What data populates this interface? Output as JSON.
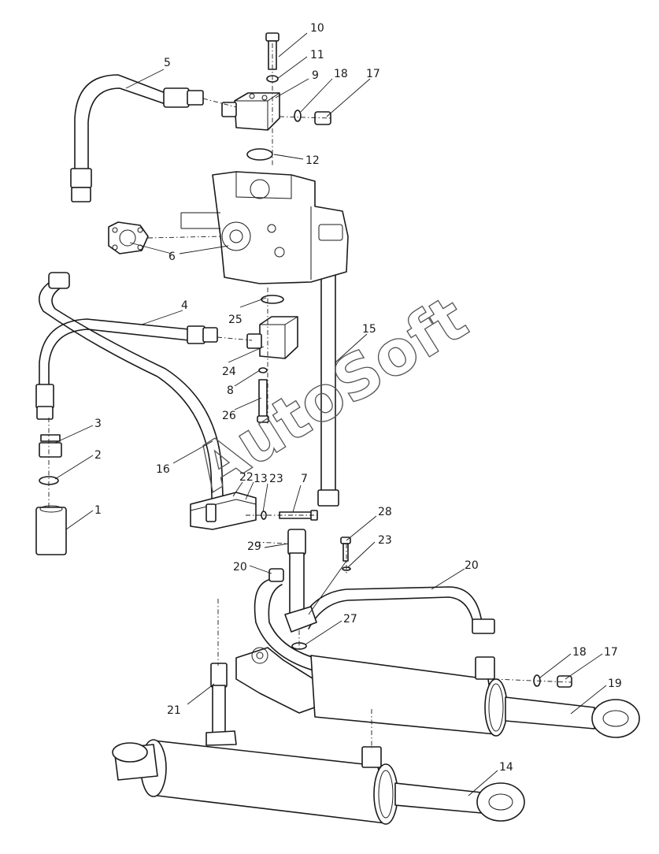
{
  "watermark": "AutoSoft",
  "callouts": [
    "10",
    "11",
    "9",
    "18",
    "17",
    "5",
    "12",
    "6",
    "4",
    "25",
    "15",
    "24",
    "8",
    "26",
    "3",
    "2",
    "16",
    "1",
    "22",
    "13",
    "23",
    "7",
    "28",
    "29",
    "23",
    "20",
    "20",
    "27",
    "18",
    "17",
    "19",
    "21",
    "14"
  ]
}
